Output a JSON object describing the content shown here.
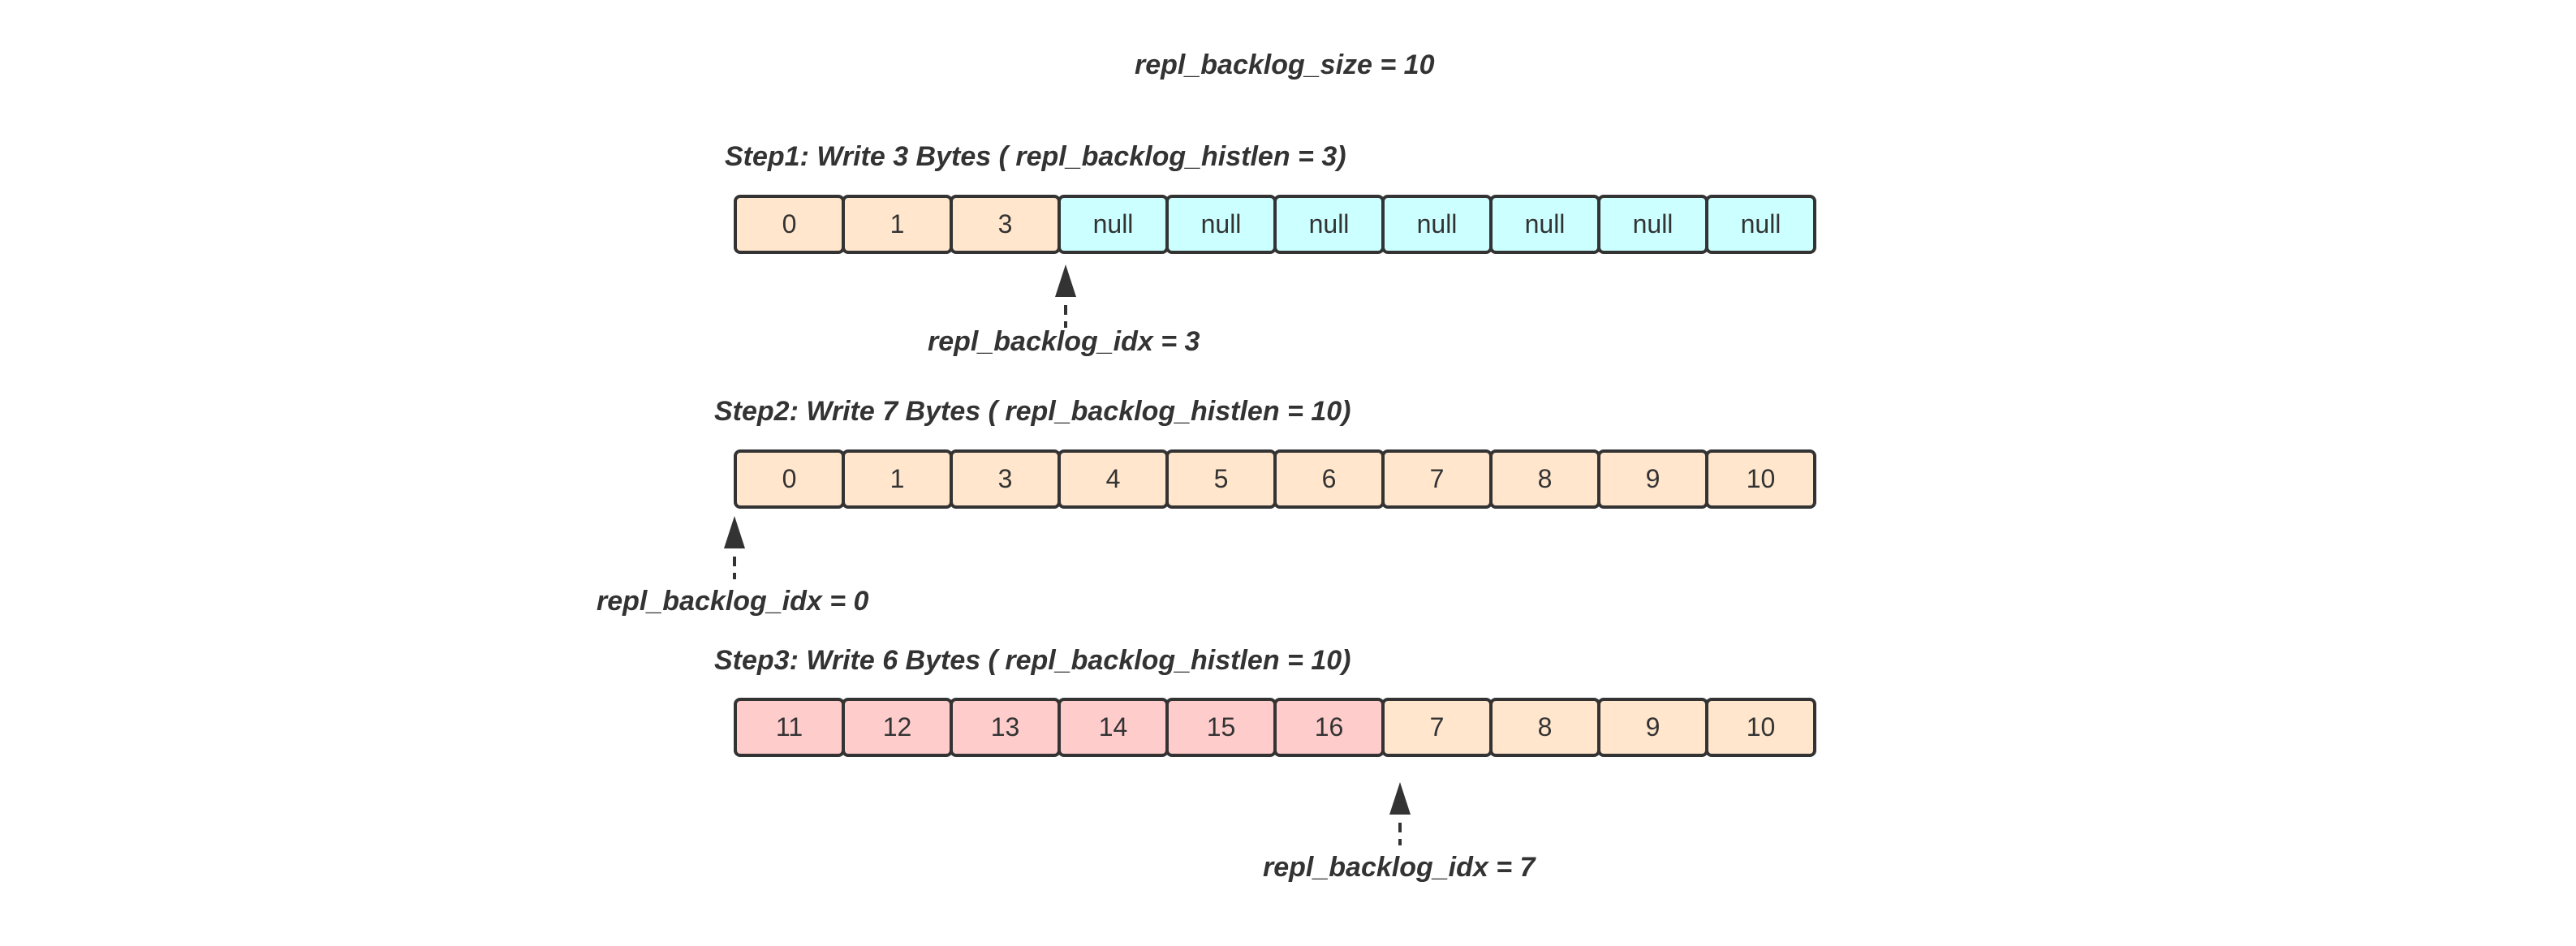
{
  "title": "repl_backlog_size = 10",
  "colors": {
    "written": "#ffe6cc",
    "empty": "#ccffff",
    "overwritten": "#ffcccc",
    "stroke": "#333333"
  },
  "steps": [
    {
      "label": "Step1:  Write 3 Bytes ( repl_backlog_histlen = 3)",
      "cells": [
        {
          "value": "0",
          "state": "written"
        },
        {
          "value": "1",
          "state": "written"
        },
        {
          "value": "3",
          "state": "written"
        },
        {
          "value": "null",
          "state": "empty"
        },
        {
          "value": "null",
          "state": "empty"
        },
        {
          "value": "null",
          "state": "empty"
        },
        {
          "value": "null",
          "state": "empty"
        },
        {
          "value": "null",
          "state": "empty"
        },
        {
          "value": "null",
          "state": "empty"
        },
        {
          "value": "null",
          "state": "empty"
        }
      ],
      "idx_label": "repl_backlog_idx = 3"
    },
    {
      "label": "Step2:  Write 7 Bytes ( repl_backlog_histlen = 10)",
      "cells": [
        {
          "value": "0",
          "state": "written"
        },
        {
          "value": "1",
          "state": "written"
        },
        {
          "value": "3",
          "state": "written"
        },
        {
          "value": "4",
          "state": "written"
        },
        {
          "value": "5",
          "state": "written"
        },
        {
          "value": "6",
          "state": "written"
        },
        {
          "value": "7",
          "state": "written"
        },
        {
          "value": "8",
          "state": "written"
        },
        {
          "value": "9",
          "state": "written"
        },
        {
          "value": "10",
          "state": "written"
        }
      ],
      "idx_label": "repl_backlog_idx = 0"
    },
    {
      "label": "Step3:  Write 6 Bytes ( repl_backlog_histlen = 10)",
      "cells": [
        {
          "value": "11",
          "state": "overwritten"
        },
        {
          "value": "12",
          "state": "overwritten"
        },
        {
          "value": "13",
          "state": "overwritten"
        },
        {
          "value": "14",
          "state": "overwritten"
        },
        {
          "value": "15",
          "state": "overwritten"
        },
        {
          "value": "16",
          "state": "overwritten"
        },
        {
          "value": "7",
          "state": "written"
        },
        {
          "value": "8",
          "state": "written"
        },
        {
          "value": "9",
          "state": "written"
        },
        {
          "value": "10",
          "state": "written"
        }
      ],
      "idx_label": "repl_backlog_idx = 7"
    }
  ]
}
